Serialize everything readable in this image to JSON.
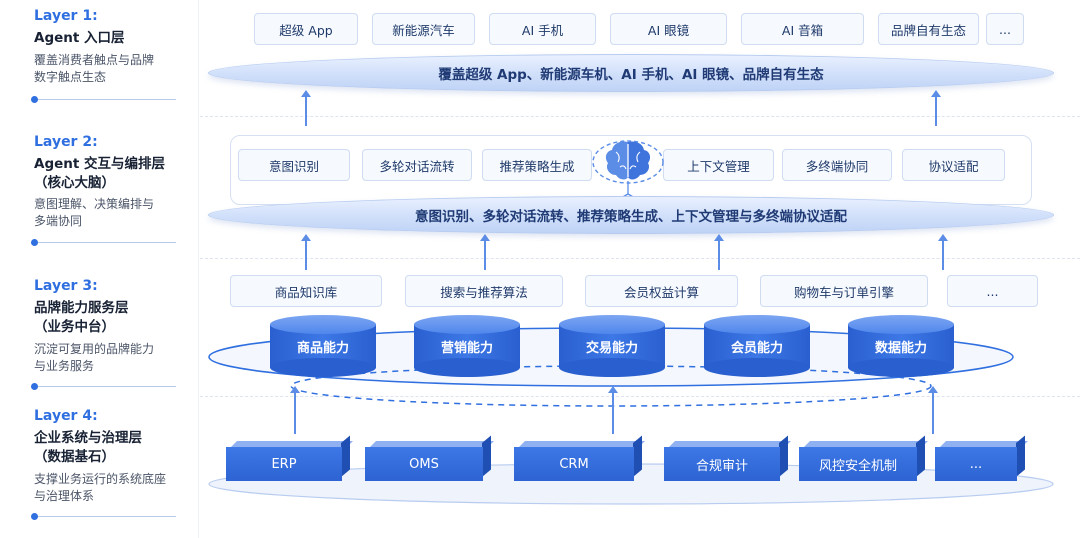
{
  "layers": [
    {
      "tag": "Layer 1:",
      "name_lines": [
        "Agent 入口层"
      ],
      "desc_lines": [
        "覆盖消费者触点与品牌",
        "数字触点生态"
      ]
    },
    {
      "tag": "Layer 2:",
      "name_lines": [
        "Agent 交互与编排层",
        "（核心大脑）"
      ],
      "desc_lines": [
        "意图理解、决策编排与",
        "多端协同"
      ]
    },
    {
      "tag": "Layer 3:",
      "name_lines": [
        "品牌能力服务层",
        "（业务中台）"
      ],
      "desc_lines": [
        "沉淀可复用的品牌能力",
        "与业务服务"
      ]
    },
    {
      "tag": "Layer 4:",
      "name_lines": [
        "企业系统与治理层",
        "（数据基石）"
      ],
      "desc_lines": [
        "支撑业务运行的系统底座",
        "与治理体系"
      ]
    }
  ],
  "layer1": {
    "entry_points": [
      "超级 App",
      "新能源汽车",
      "AI 手机",
      "AI 眼镜",
      "AI 音箱",
      "品牌自有生态",
      "..."
    ],
    "platform_label": "覆盖超级 App、新能源车机、AI 手机、AI 眼镜、品牌自有生态"
  },
  "layer2": {
    "functions": [
      "意图识别",
      "多轮对话流转",
      "推荐策略生成",
      "上下文管理",
      "多终端协同",
      "协议适配"
    ],
    "core_icon": "brain-icon",
    "platform_label": "意图识别、多轮对话流转、推荐策略生成、上下文管理与多终端协议适配"
  },
  "layer3": {
    "services": [
      "商品知识库",
      "搜索与推荐算法",
      "会员权益计算",
      "购物车与订单引擎",
      "..."
    ],
    "capabilities": [
      "商品能力",
      "营销能力",
      "交易能力",
      "会员能力",
      "数据能力"
    ]
  },
  "layer4": {
    "systems": [
      "ERP",
      "OMS",
      "CRM",
      "合规审计",
      "风控安全机制",
      "..."
    ]
  },
  "colors": {
    "accent": "#2f6fe0",
    "cylinder": "#3d78e6",
    "platform": "#d4e2fb"
  }
}
